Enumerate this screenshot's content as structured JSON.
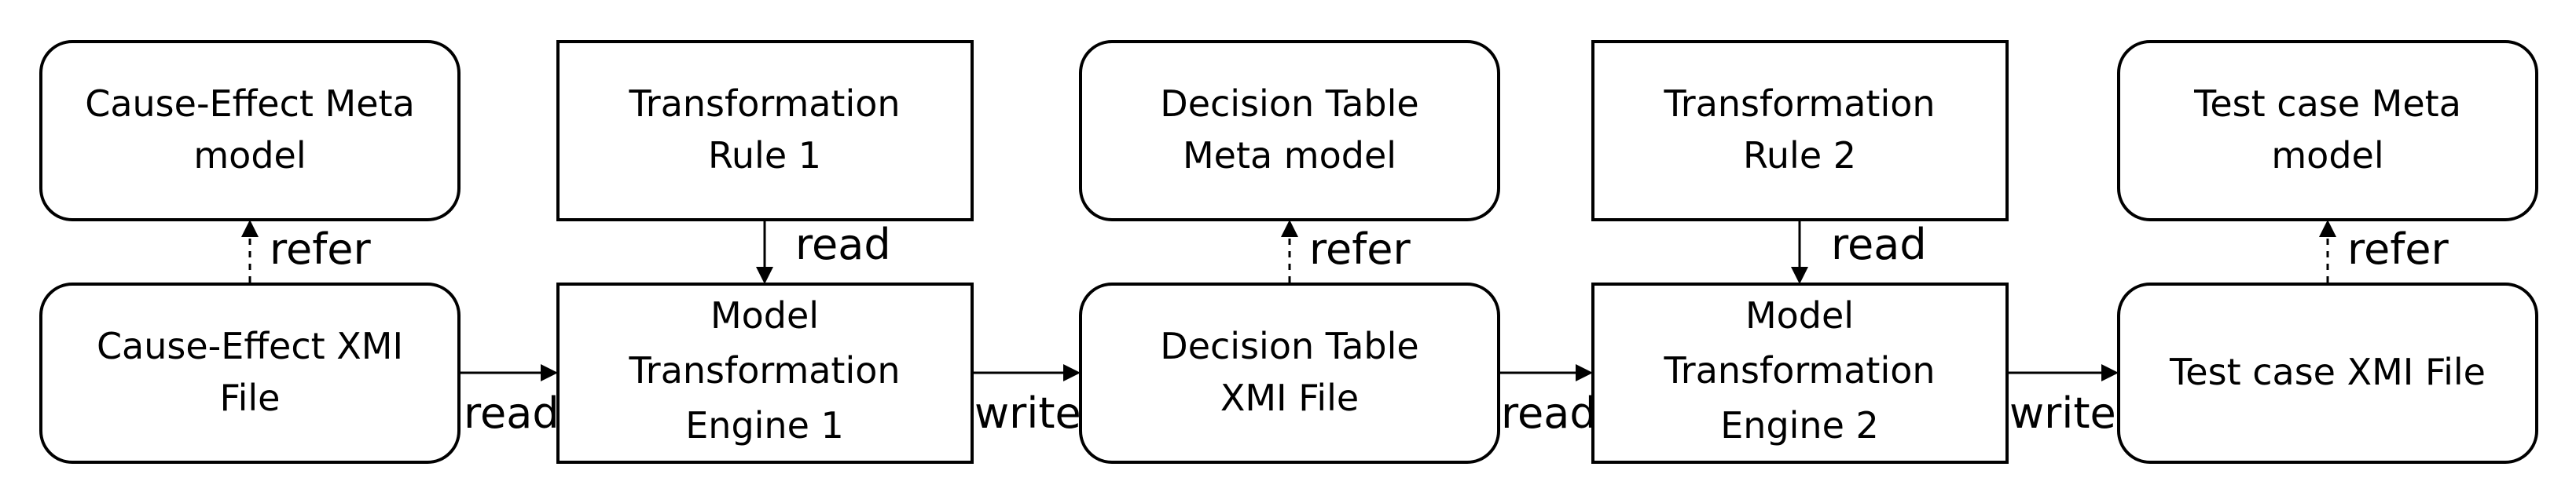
{
  "nodes": {
    "ce_meta": {
      "lines": [
        "Cause-Effect Meta",
        "model"
      ]
    },
    "rule1": {
      "lines": [
        "Transformation",
        "Rule 1"
      ]
    },
    "dt_meta": {
      "lines": [
        "Decision Table",
        "Meta model"
      ]
    },
    "rule2": {
      "lines": [
        "Transformation",
        "Rule 2"
      ]
    },
    "tc_meta": {
      "lines": [
        "Test case Meta",
        "model"
      ]
    },
    "ce_xmi": {
      "lines": [
        "Cause-Effect XMI",
        "File"
      ]
    },
    "engine1": {
      "lines": [
        "Model",
        "Transformation",
        "Engine 1"
      ]
    },
    "dt_xmi": {
      "lines": [
        "Decision Table",
        "XMI File"
      ]
    },
    "engine2": {
      "lines": [
        "Model",
        "Transformation",
        "Engine 2"
      ]
    },
    "tc_xmi": {
      "lines": [
        "Test case XMI File"
      ]
    }
  },
  "edges": {
    "refer_ce": "refer",
    "read_rule1": "read",
    "refer_dt": "refer",
    "read_rule2": "read",
    "refer_tc": "refer",
    "read_ce_engine1": "read",
    "write_engine1_dt": "write",
    "read_dt_engine2": "read",
    "write_engine2_tc": "write"
  }
}
